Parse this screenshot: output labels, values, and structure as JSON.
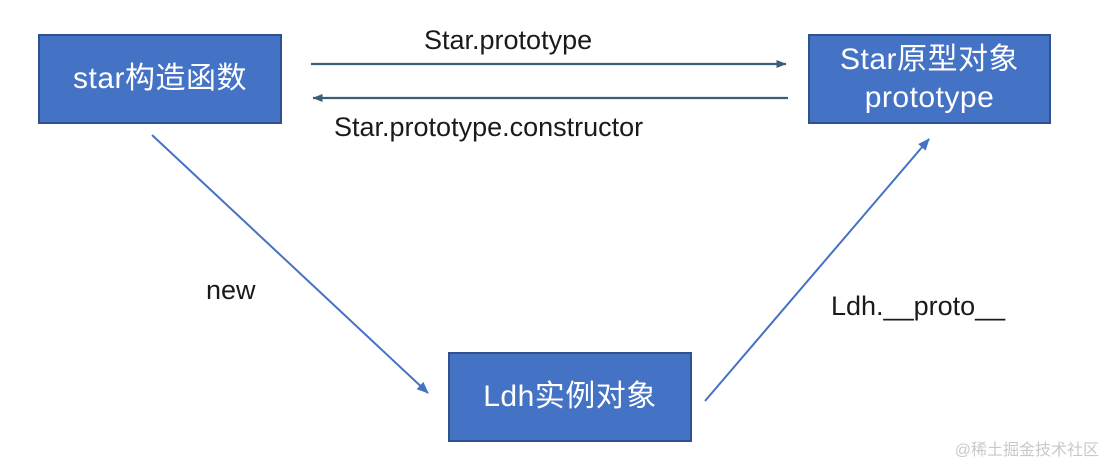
{
  "diagram": {
    "title": "JavaScript prototype chain diagram",
    "background_color": "#ffffff",
    "node_fill_color": "#4472C4",
    "node_border_color": "#2F528F",
    "node_text_color": "#ffffff",
    "horizontal_arrow_color": "#3A5F77",
    "diagonal_arrow_color": "#4472C4",
    "label_text_color": "#1a1a1a",
    "nodes": [
      {
        "id": "star-constructor",
        "lines": [
          "star构造函数"
        ]
      },
      {
        "id": "star-prototype",
        "lines": [
          "Star原型对象",
          "prototype"
        ]
      },
      {
        "id": "ldh-instance",
        "lines": [
          "Ldh实例对象"
        ]
      }
    ],
    "edges": [
      {
        "id": "star-prototype-edge",
        "label": "Star.prototype",
        "from": "star-constructor",
        "to": "star-prototype",
        "direction": "right"
      },
      {
        "id": "star-prototype-constructor-edge",
        "label": "Star.prototype.constructor",
        "from": "star-prototype",
        "to": "star-constructor",
        "direction": "left"
      },
      {
        "id": "new-edge",
        "label": "new",
        "from": "star-constructor",
        "to": "ldh-instance",
        "direction": "down-right"
      },
      {
        "id": "ldh-proto-edge",
        "label": "Ldh.__proto__",
        "from": "ldh-instance",
        "to": "star-prototype",
        "direction": "up-right"
      }
    ],
    "watermark": "@稀土掘金技术社区"
  }
}
